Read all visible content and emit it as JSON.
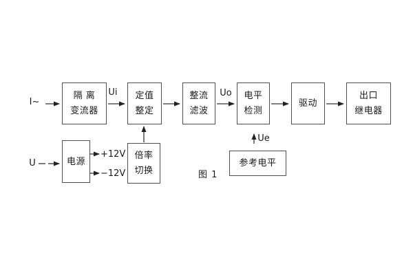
{
  "diagram": {
    "caption": "图 1",
    "boxes": [
      {
        "name": "isolation-transformer",
        "lines": [
          "隔 离",
          "变流器"
        ]
      },
      {
        "name": "value-setting",
        "lines": [
          "定值",
          "整定"
        ]
      },
      {
        "name": "rectify-filter",
        "lines": [
          "整流",
          "滤波"
        ]
      },
      {
        "name": "level-detection",
        "lines": [
          "电平",
          "检测"
        ]
      },
      {
        "name": "drive",
        "lines": [
          "驱动"
        ]
      },
      {
        "name": "output-relay",
        "lines": [
          "出口",
          "继电器"
        ]
      },
      {
        "name": "power-supply",
        "lines": [
          "电源"
        ]
      },
      {
        "name": "ratio-switching",
        "lines": [
          "倍率",
          "切换"
        ]
      },
      {
        "name": "reference-level",
        "lines": [
          "参考电平"
        ]
      }
    ],
    "labels": {
      "input_current": "I~",
      "ui": "Ui",
      "uo": "Uo",
      "input_voltage": "U",
      "plus_12v": "+12V",
      "minus_12v": "−12V",
      "ue": "Ue"
    },
    "colors": {
      "line": "#333333",
      "border": "#4d4d4d",
      "text": "#1a1a1a",
      "background": "#ffffff"
    }
  }
}
